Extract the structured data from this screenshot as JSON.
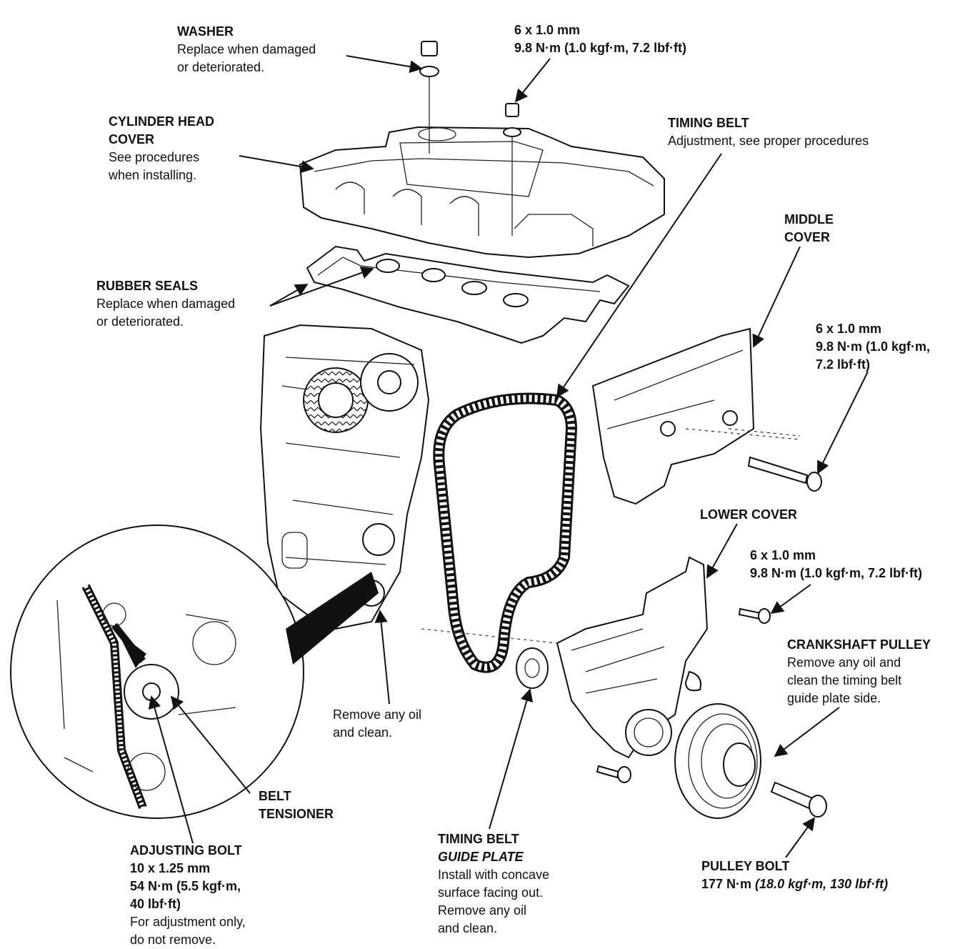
{
  "labels": {
    "washer": {
      "title": "WASHER",
      "lines": [
        "Replace when damaged",
        "or deteriorated."
      ]
    },
    "top_bolt": {
      "lines": [
        "6 x 1.0 mm",
        "9.8 N·m (1.0 kgf·m, 7.2 lbf·ft)"
      ]
    },
    "cylinder_head_cover": {
      "title": [
        "CYLINDER HEAD",
        "COVER"
      ],
      "lines": [
        "See procedures",
        "when installing."
      ]
    },
    "timing_belt": {
      "title": "TIMING BELT",
      "lines": [
        "Adjustment, see proper procedures"
      ]
    },
    "middle_cover": {
      "title": [
        "MIDDLE",
        "COVER"
      ]
    },
    "rubber_seals": {
      "title": "RUBBER SEALS",
      "lines": [
        "Replace when damaged",
        "or deteriorated."
      ]
    },
    "middle_bolt": {
      "lines": [
        "6 x 1.0 mm",
        "9.8 N·m (1.0 kgf·m,",
        "7.2 lbf·ft)"
      ]
    },
    "lower_cover": {
      "title": "LOWER COVER"
    },
    "lower_bolt": {
      "lines": [
        "6 x 1.0 mm",
        "9.8 N·m (1.0 kgf·m, 7.2 lbf·ft)"
      ]
    },
    "crankshaft_pulley": {
      "title": "CRANKSHAFT PULLEY",
      "lines": [
        "Remove any oil and",
        "clean the timing belt",
        "guide plate side."
      ]
    },
    "remove_oil": {
      "lines": [
        "Remove any oil",
        "and clean."
      ]
    },
    "belt_tensioner": {
      "title": [
        "BELT",
        "TENSIONER"
      ]
    },
    "adjusting_bolt": {
      "title": "ADJUSTING BOLT",
      "specs": [
        "10 x 1.25 mm",
        "54 N·m (5.5 kgf·m,",
        "40 lbf·ft)"
      ],
      "lines": [
        "For adjustment only,",
        "do not remove."
      ]
    },
    "guide_plate": {
      "title": [
        "TIMING BELT",
        "GUIDE PLATE"
      ],
      "lines": [
        "Install with concave",
        "surface facing out.",
        "Remove any oil",
        "and clean."
      ]
    },
    "pulley_bolt": {
      "title": "PULLEY BOLT",
      "spec_prefix": "177 N·m ",
      "spec_italic": "(18.0 kgf·m, 130 lbf·ft)"
    }
  }
}
